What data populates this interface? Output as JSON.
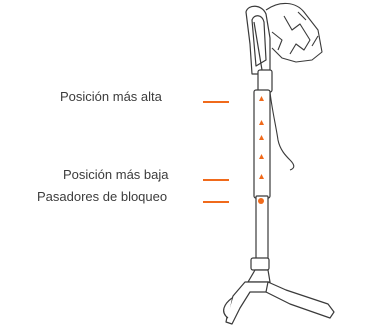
{
  "labels": {
    "highest": "Posición más alta",
    "lowest": "Posición más baja",
    "lock_pins": "Pasadores de bloqueo"
  },
  "colors": {
    "accent": "#f06a1b",
    "outline": "#3a3a3a",
    "text": "#3c3c3c"
  },
  "icons": {
    "height_markers": "orange-triangle",
    "lock_pin": "orange-dot"
  }
}
